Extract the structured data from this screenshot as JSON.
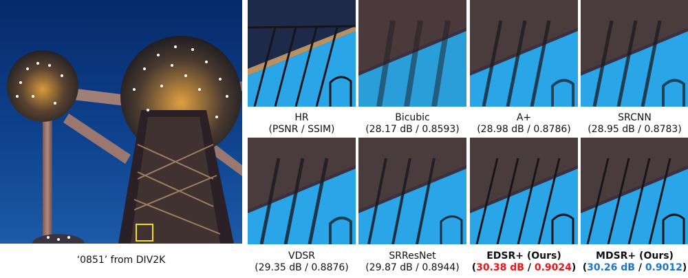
{
  "figure": {
    "main_caption": "‘0851’ from DIV2K",
    "panels": [
      {
        "name": "HR",
        "metrics": "(PSNR / SSIM)"
      },
      {
        "name": "Bicubic",
        "metrics": "(28.17 dB / 0.8593)"
      },
      {
        "name": "A+",
        "metrics": "(28.98 dB / 0.8786)"
      },
      {
        "name": "SRCNN",
        "metrics": "(28.95 dB / 0.8783)"
      },
      {
        "name": "VDSR",
        "metrics": "(29.35 dB / 0.8876)"
      },
      {
        "name": "SRResNet",
        "metrics": "(29.87 dB / 0.8944)"
      },
      {
        "name": "EDSR+ (Ours)",
        "psnr": "30.38 dB",
        "ssim": "0.9024"
      },
      {
        "name": "MDSR+ (Ours)",
        "psnr": "30.26 dB",
        "ssim": "0.9012"
      }
    ],
    "colors": {
      "best": "#e8161a",
      "second": "#1d75c6",
      "sky": "#0d3a78",
      "water": "#2aa6e8",
      "sky_patch": "#1d2a4a"
    }
  }
}
